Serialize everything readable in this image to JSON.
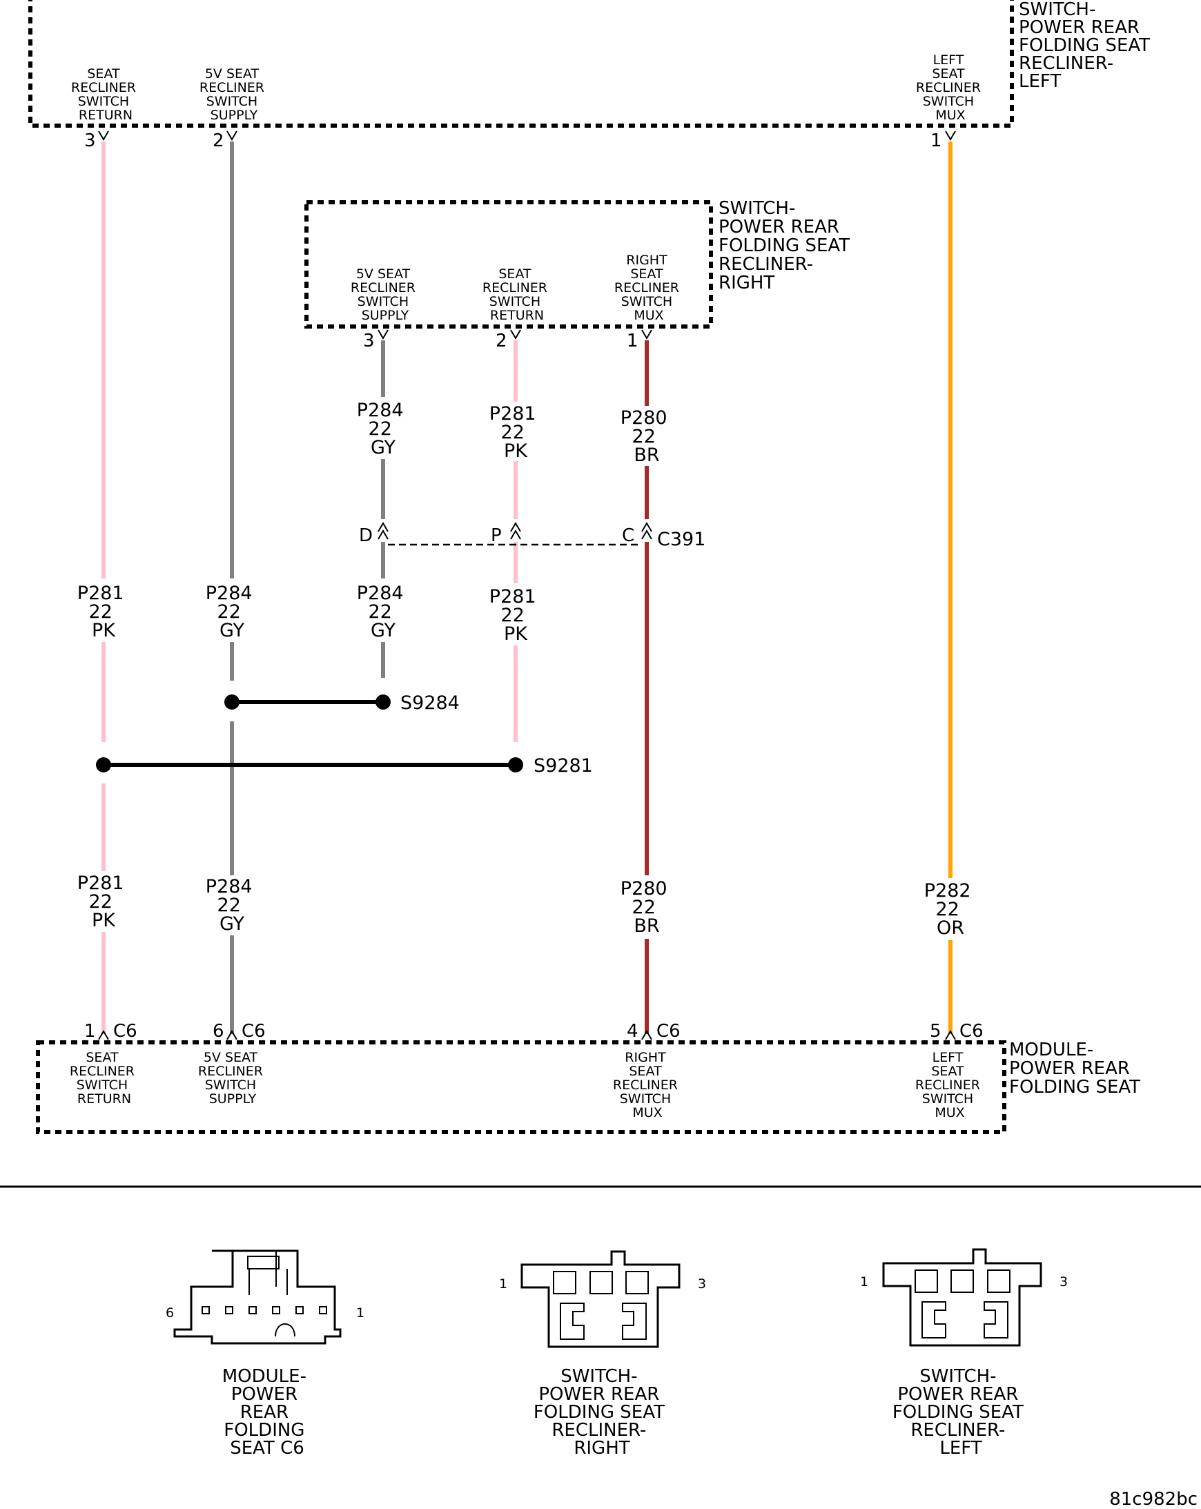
{
  "colors": {
    "PK": "#ffc0cb",
    "GY": "#808080",
    "BR": "#a52a2a",
    "OR": "#ffa500"
  },
  "components": {
    "switch_left": {
      "name": [
        "SWITCH-",
        "POWER REAR",
        "FOLDING SEAT",
        "RECLINER-",
        "LEFT"
      ],
      "pins": [
        {
          "num": "3",
          "label": [
            "SEAT",
            "RECLINER",
            "SWITCH",
            "RETURN"
          ]
        },
        {
          "num": "2",
          "label": [
            "5V SEAT",
            "RECLINER",
            "SWITCH",
            "SUPPLY"
          ]
        },
        {
          "num": "1",
          "label": [
            "LEFT",
            "SEAT",
            "RECLINER",
            "SWITCH",
            "MUX"
          ]
        }
      ]
    },
    "switch_right": {
      "name": [
        "SWITCH-",
        "POWER REAR",
        "FOLDING SEAT",
        "RECLINER-",
        "RIGHT"
      ],
      "pins": [
        {
          "num": "3",
          "label": [
            "5V SEAT",
            "RECLINER",
            "SWITCH",
            "SUPPLY"
          ]
        },
        {
          "num": "2",
          "label": [
            "SEAT",
            "RECLINER",
            "SWITCH",
            "RETURN"
          ]
        },
        {
          "num": "1",
          "label": [
            "RIGHT",
            "SEAT",
            "RECLINER",
            "SWITCH",
            "MUX"
          ]
        }
      ]
    },
    "module": {
      "name": [
        "MODULE-",
        "POWER REAR",
        "FOLDING SEAT"
      ],
      "pins": [
        {
          "num": "1",
          "connector": "C6",
          "label": [
            "SEAT",
            "RECLINER",
            "SWITCH",
            "RETURN"
          ]
        },
        {
          "num": "6",
          "connector": "C6",
          "label": [
            "5V SEAT",
            "RECLINER",
            "SWITCH",
            "SUPPLY"
          ]
        },
        {
          "num": "4",
          "connector": "C6",
          "label": [
            "RIGHT",
            "SEAT",
            "RECLINER",
            "SWITCH",
            "MUX"
          ]
        },
        {
          "num": "5",
          "connector": "C6",
          "label": [
            "LEFT",
            "SEAT",
            "RECLINER",
            "SWITCH",
            "MUX"
          ]
        }
      ]
    }
  },
  "inline_connector": {
    "name": "C391",
    "pins": [
      "D",
      "P",
      "C"
    ]
  },
  "splices": [
    "S9284",
    "S9281"
  ],
  "wires": {
    "p281_left_upper": {
      "circuit": "P281",
      "gauge": "22",
      "color": "PK"
    },
    "p284_left_upper": {
      "circuit": "P284",
      "gauge": "22",
      "color": "GY"
    },
    "p284_right_upper": {
      "circuit": "P284",
      "gauge": "22",
      "color": "GY"
    },
    "p281_right_upper": {
      "circuit": "P281",
      "gauge": "22",
      "color": "PK"
    },
    "p280_upper": {
      "circuit": "P280",
      "gauge": "22",
      "color": "BR"
    },
    "p284_right_lower": {
      "circuit": "P284",
      "gauge": "22",
      "color": "GY"
    },
    "p281_right_lower": {
      "circuit": "P281",
      "gauge": "22",
      "color": "PK"
    },
    "p281_left_lower": {
      "circuit": "P281",
      "gauge": "22",
      "color": "PK"
    },
    "p284_left_lower": {
      "circuit": "P284",
      "gauge": "22",
      "color": "GY"
    },
    "p280_lower": {
      "circuit": "P280",
      "gauge": "22",
      "color": "BR"
    },
    "p282": {
      "circuit": "P282",
      "gauge": "22",
      "color": "OR"
    }
  },
  "connector_views": [
    {
      "name": [
        "MODULE-",
        "POWER",
        "REAR",
        "FOLDING",
        "SEAT C6"
      ],
      "pin_left": "6",
      "pin_right": "1"
    },
    {
      "name": [
        "SWITCH-",
        "POWER REAR",
        "FOLDING SEAT",
        "RECLINER-",
        "RIGHT"
      ],
      "pin_left": "1",
      "pin_right": "3"
    },
    {
      "name": [
        "SWITCH-",
        "POWER REAR",
        "FOLDING SEAT",
        "RECLINER-",
        "LEFT"
      ],
      "pin_left": "1",
      "pin_right": "3"
    }
  ],
  "footer_code": "81c982bc"
}
